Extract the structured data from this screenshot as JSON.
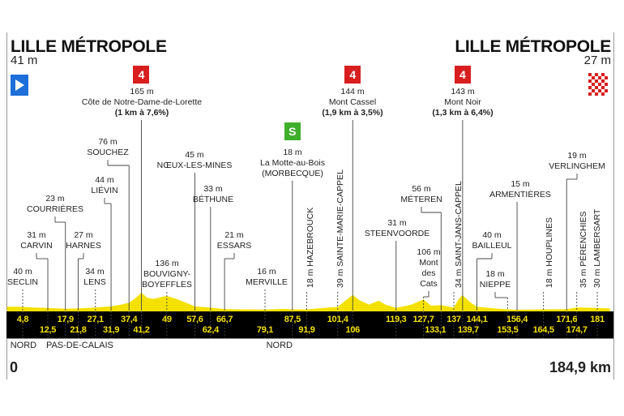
{
  "start": {
    "name": "LILLE MÉTROPOLE",
    "altitude": "41 m",
    "km": "0"
  },
  "finish": {
    "name": "LILLE MÉTROPOLE",
    "altitude": "27 m",
    "km": "184,9 km"
  },
  "total_km": 184.9,
  "colors": {
    "profile": "#f4e100",
    "band": "#000000",
    "km_text": "#f4e100",
    "climb_flag": "#d81e1e",
    "sprint_flag": "#3fae2a",
    "start_flag": "#1e6fd9",
    "finish_flag": "#d81e1e"
  },
  "departments": [
    {
      "name": "NORD",
      "km": 0
    },
    {
      "name": "PAS-DE-CALAIS",
      "km": 11
    },
    {
      "name": "NORD",
      "km": 78.5
    }
  ],
  "points": [
    {
      "km": 4.8,
      "km_label": "4,8",
      "row": 1,
      "alt": "40 m",
      "name": "SECLIN"
    },
    {
      "km": 12.5,
      "km_label": "12,5",
      "row": 2,
      "alt": "31 m",
      "name": "CARVIN"
    },
    {
      "km": 17.9,
      "km_label": "17,9",
      "row": 1,
      "alt": "23 m",
      "name": "COURRIÈRES"
    },
    {
      "km": 21.8,
      "km_label": "21,8",
      "row": 2,
      "alt": "27 m",
      "name": "HARNES"
    },
    {
      "km": 27.1,
      "km_label": "27,1",
      "row": 1,
      "alt": "34 m",
      "name": "LENS"
    },
    {
      "km": 31.9,
      "km_label": "31,9",
      "row": 2,
      "alt": "44 m",
      "name": "LIÉVIN"
    },
    {
      "km": 37.4,
      "km_label": "37,4",
      "row": 1,
      "alt": "76 m",
      "name": "SOUCHEZ"
    },
    {
      "km": 41.2,
      "km_label": "41,2",
      "row": 2,
      "alt": "165 m",
      "name": "Côte de Notre-Dame-de-Lorette",
      "detail": "(1 km à 7,6%)",
      "category": "4"
    },
    {
      "km": 49,
      "km_label": "49",
      "row": 1,
      "alt": "136 m",
      "name": "BOUVIGNY-",
      "name2": "BOYEFFLES"
    },
    {
      "km": 57.6,
      "km_label": "57,6",
      "row": 1,
      "alt": "45 m",
      "name": "NŒUX-LES-MINES"
    },
    {
      "km": 62.4,
      "km_label": "62,4",
      "row": 2,
      "alt": "33 m",
      "name": "BÉTHUNE"
    },
    {
      "km": 66.7,
      "km_label": "66,7",
      "row": 1,
      "alt": "21 m",
      "name": "ESSARS"
    },
    {
      "km": 79.1,
      "km_label": "79,1",
      "row": 2,
      "alt": "16 m",
      "name": "MERVILLE"
    },
    {
      "km": 87.5,
      "km_label": "87,5",
      "row": 1,
      "alt": "18 m",
      "name": "La Motte-au-Bois",
      "name2": "(MORBECQUE)",
      "sprint": "S"
    },
    {
      "km": 91.9,
      "km_label": "91,9",
      "row": 2,
      "alt": "18 m",
      "name": "HAZEBROUCK",
      "vertical": true
    },
    {
      "km": 101.4,
      "km_label": "101,4",
      "row": 1,
      "alt": "39 m",
      "name": "SAINTE-MARIE-CAPPEL",
      "vertical": true
    },
    {
      "km": 106,
      "km_label": "106",
      "row": 2,
      "alt": "144 m",
      "name": "Mont Cassel",
      "detail": "(1,9 km à 3,5%)",
      "category": "4"
    },
    {
      "km": 119.3,
      "km_label": "119,3",
      "row": 1,
      "alt": "31 m",
      "name": "STEENVOORDE"
    },
    {
      "km": 127.7,
      "km_label": "127,7",
      "row": 1,
      "alt": "106 m",
      "name": "Mont",
      "name2": "des",
      "name3": "Cats"
    },
    {
      "km": 133.1,
      "km_label": "133,1",
      "row": 2,
      "alt": "56 m",
      "name": "MÉTEREN"
    },
    {
      "km": 137,
      "km_label": "137",
      "row": 1,
      "alt": "34 m",
      "name": "SAINT-JANS-CAPPEL",
      "vertical": true
    },
    {
      "km": 139.7,
      "km_label": "139,7",
      "row": 2,
      "alt": "143 m",
      "name": "Mont Noir",
      "detail": "(1,3 km à 6,4%)",
      "category": "4"
    },
    {
      "km": 144.1,
      "km_label": "144,1",
      "row": 1,
      "alt": "40 m",
      "name": "BAILLEUL"
    },
    {
      "km": 153.5,
      "km_label": "153,5",
      "row": 2,
      "alt": "18 m",
      "name": "NIEPPE"
    },
    {
      "km": 156.4,
      "km_label": "156,4",
      "row": 1,
      "alt": "15 m",
      "name": "ARMENTIÈRES"
    },
    {
      "km": 164.5,
      "km_label": "164,5",
      "row": 2,
      "alt": "18 m",
      "name": "HOUPLINES",
      "vertical": true
    },
    {
      "km": 171.6,
      "km_label": "171,6",
      "row": 1,
      "alt": "19 m",
      "name": "VERLINGHEM"
    },
    {
      "km": 174.7,
      "km_label": "174,7",
      "row": 2,
      "alt": "35 m",
      "name": "PÉRENCHIES",
      "vertical": true
    },
    {
      "km": 181,
      "km_label": "181",
      "row": 1,
      "alt": "30 m",
      "name": "LAMBERSART",
      "vertical": true
    }
  ],
  "profile": [
    [
      0,
      41
    ],
    [
      4.8,
      40
    ],
    [
      8,
      34
    ],
    [
      12.5,
      31
    ],
    [
      17.9,
      23
    ],
    [
      21.8,
      27
    ],
    [
      27.1,
      34
    ],
    [
      31.9,
      44
    ],
    [
      35,
      60
    ],
    [
      37.4,
      76
    ],
    [
      39.5,
      120
    ],
    [
      41.2,
      165
    ],
    [
      43,
      120
    ],
    [
      45,
      110
    ],
    [
      47,
      125
    ],
    [
      49,
      136
    ],
    [
      52,
      110
    ],
    [
      57.6,
      45
    ],
    [
      62.4,
      33
    ],
    [
      66.7,
      21
    ],
    [
      72,
      18
    ],
    [
      79.1,
      16
    ],
    [
      85,
      22
    ],
    [
      87.5,
      18
    ],
    [
      91.9,
      18
    ],
    [
      97,
      30
    ],
    [
      101.4,
      39
    ],
    [
      104,
      100
    ],
    [
      106,
      144
    ],
    [
      108,
      100
    ],
    [
      111,
      60
    ],
    [
      114,
      95
    ],
    [
      116,
      60
    ],
    [
      119.3,
      31
    ],
    [
      124,
      60
    ],
    [
      127.7,
      106
    ],
    [
      130,
      50
    ],
    [
      133.1,
      56
    ],
    [
      137,
      34
    ],
    [
      138.5,
      110
    ],
    [
      139.7,
      143
    ],
    [
      142,
      80
    ],
    [
      144.1,
      40
    ],
    [
      150,
      25
    ],
    [
      153.5,
      18
    ],
    [
      156.4,
      15
    ],
    [
      164.5,
      18
    ],
    [
      171.6,
      19
    ],
    [
      174.7,
      35
    ],
    [
      181,
      30
    ],
    [
      184.9,
      27
    ]
  ]
}
